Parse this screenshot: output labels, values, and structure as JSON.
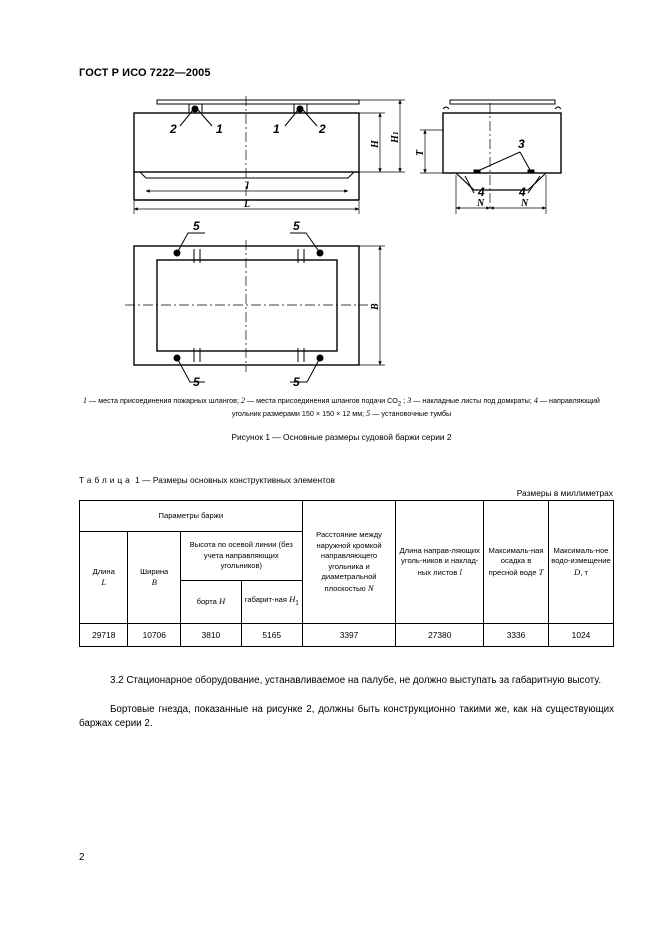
{
  "header": {
    "title": "ГОСТ Р ИСО 7222—2005"
  },
  "figure": {
    "labels": {
      "n1": "1",
      "n2": "2",
      "n3": "3",
      "n4": "4",
      "n5": "5",
      "H": "H",
      "H1": "H",
      "H1_sub": "1",
      "T": "T",
      "N": "N",
      "l": "l",
      "L": "L",
      "B": "B"
    },
    "legend": {
      "n1": "1",
      "t1": " — места присоединения пожарных шлангов; ",
      "n2": "2",
      "t2": " — места присоединения шлангов подачи CO",
      "t2sub": "2",
      "t2b": " ; ",
      "n3": "3",
      "t3": " — накладные листы под домкраты; ",
      "n4": "4",
      "t4": " — направляющий угольник размерами 150 × 150 × 12 мм; ",
      "n5": "5",
      "t5": " — установочные тумбы"
    },
    "title": "Рисунок 1 — Основные размеры судовой баржи серии 2"
  },
  "table": {
    "title_word": "Таблица",
    "title_rest": " 1 — Размеры основных конструктивных элементов",
    "units": "Размеры в миллиметрах",
    "head": {
      "params": "Параметры баржи",
      "length": "Длина",
      "length_sym": "L",
      "width": "Ширина",
      "width_sym": "B",
      "height": "Высота по осевой линии (без учета направляющих угольников)",
      "side": "борта",
      "side_sym": "H",
      "overall": "габарит-ная",
      "overall_sym": "H",
      "overall_sub": "1",
      "distance": "Расстояние между наружной кромкой направляющего угольника и диаметральной плоскостью",
      "distance_sym": "N",
      "guide_len": "Длина направ-ляющих уголь-ников и наклад-ных листов",
      "guide_sym": "l",
      "draft": "Максималь-ная осадка в пресной воде",
      "draft_sym": "T",
      "displacement": "Максималь-ное водо-измещение",
      "displacement_sym": "D",
      "displacement_unit": ", т"
    },
    "row": [
      "29718",
      "10706",
      "3810",
      "5165",
      "3397",
      "27380",
      "3336",
      "1024"
    ]
  },
  "paragraphs": {
    "p1": "3.2 Стационарное оборудование, устанавливаемое на палубе, не должно выступать за габаритную высоту.",
    "p2": "Бортовые гнезда, показанные на рисунке 2, должны быть конструкционно такими же, как на существующих баржах серии 2."
  },
  "page_number": "2"
}
